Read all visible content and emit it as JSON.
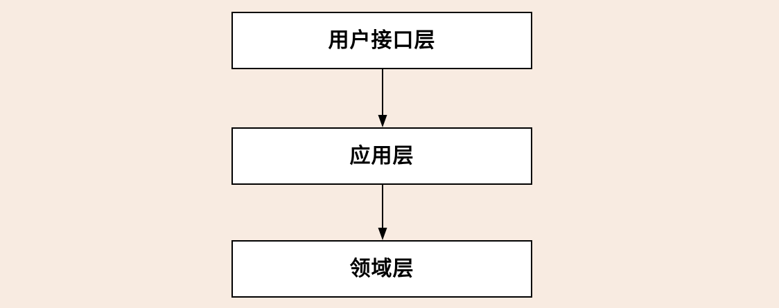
{
  "diagram": {
    "type": "flowchart",
    "background_color": "#F8EBE1",
    "node_fill": "#FFFFFF",
    "node_border_color": "#000000",
    "text_color": "#000000",
    "nodes": [
      {
        "id": "user-interface-layer",
        "label": "用户接口层"
      },
      {
        "id": "application-layer",
        "label": "应用层"
      },
      {
        "id": "domain-layer",
        "label": "领域层"
      }
    ],
    "edges": [
      {
        "from": "user-interface-layer",
        "to": "application-layer",
        "style": "solid",
        "arrowhead": "filled-triangle-down"
      },
      {
        "from": "application-layer",
        "to": "domain-layer",
        "style": "solid",
        "arrowhead": "filled-triangle-down"
      }
    ]
  }
}
